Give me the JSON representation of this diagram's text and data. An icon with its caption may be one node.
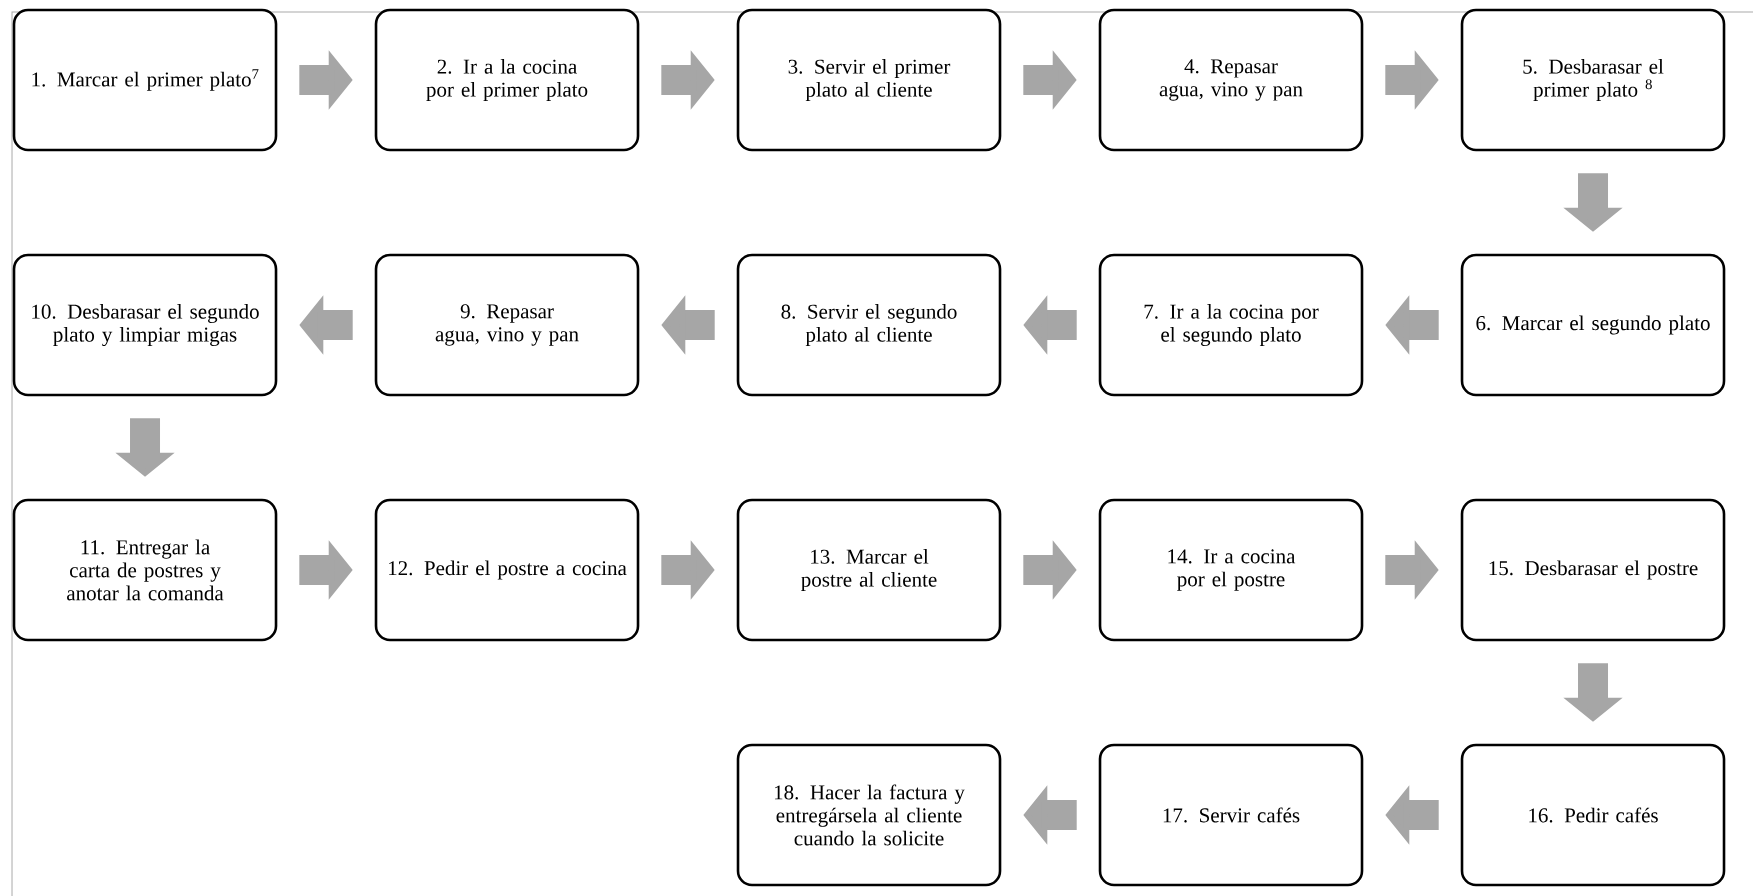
{
  "diagram": {
    "nodes": [
      {
        "text": [
          "1. Marcar el primer plato$^{7}$"
        ]
      },
      {
        "text": [
          "2. Ir a la cocina por el primer plato"
        ]
      },
      {
        "text": [
          "3. Servir el primer plato al cliente"
        ]
      },
      {
        "text": [
          "4. Repasar agua, vino y pan"
        ]
      },
      {
        "text": [
          "5. Desbarasar el primer plato $^{8}$"
        ]
      },
      {
        "text": [
          "6. Marcar el segundo plato"
        ]
      },
      {
        "text": [
          "7. Ir a la cocina por el segundo plato"
        ]
      },
      {
        "text": [
          "8. Servir el segundo plato al cliente"
        ]
      },
      {
        "text": [
          "9. Repasar agua, vino y pan"
        ]
      },
      {
        "text": [
          "10. Desbarasar el segundo plato y limpiar migas"
        ]
      },
      {
        "text": [
          "11. Entregar la carta de postres y anotar la comanda"
        ]
      },
      {
        "text": [
          "12. Pedir el postre a cocina"
        ]
      },
      {
        "text": [
          "13. Marcar el postre al cliente"
        ]
      },
      {
        "text": [
          "14. Ir a cocina por el postre"
        ]
      },
      {
        "text": [
          "15. Desbarasar el postre"
        ]
      },
      {
        "text": [
          "16. Pedir cafés"
        ]
      },
      {
        "text": [
          "17. Servir cafés"
        ]
      },
      {
        "text": [
          "18. Hacer la factura y entregársela al cliente cuando la solicite"
        ]
      }
    ],
    "edges": [
      {
        "from": 0,
        "to": 1,
        "arrow": "to"
      },
      {
        "from": 1,
        "to": 2,
        "arrow": "to"
      },
      {
        "from": 2,
        "to": 3,
        "arrow": "to"
      },
      {
        "from": 3,
        "to": 4,
        "arrow": "to"
      },
      {
        "from": 4,
        "to": 5,
        "arrow": "to"
      },
      {
        "from": 5,
        "to": 6,
        "arrow": "to"
      },
      {
        "from": 6,
        "to": 7,
        "arrow": "to"
      },
      {
        "from": 7,
        "to": 8,
        "arrow": "to"
      },
      {
        "from": 8,
        "to": 9,
        "arrow": "to"
      },
      {
        "from": 9,
        "to": 10,
        "arrow": "to"
      },
      {
        "from": 10,
        "to": 11,
        "arrow": "to"
      },
      {
        "from": 11,
        "to": 12,
        "arrow": "to"
      },
      {
        "from": 12,
        "to": 13,
        "arrow": "to"
      },
      {
        "from": 13,
        "to": 14,
        "arrow": "to"
      },
      {
        "from": 14,
        "to": 15,
        "arrow": "to"
      },
      {
        "from": 15,
        "to": 16,
        "arrow": "to"
      },
      {
        "from": 16,
        "to": 17,
        "arrow": "to"
      }
    ]
  }
}
